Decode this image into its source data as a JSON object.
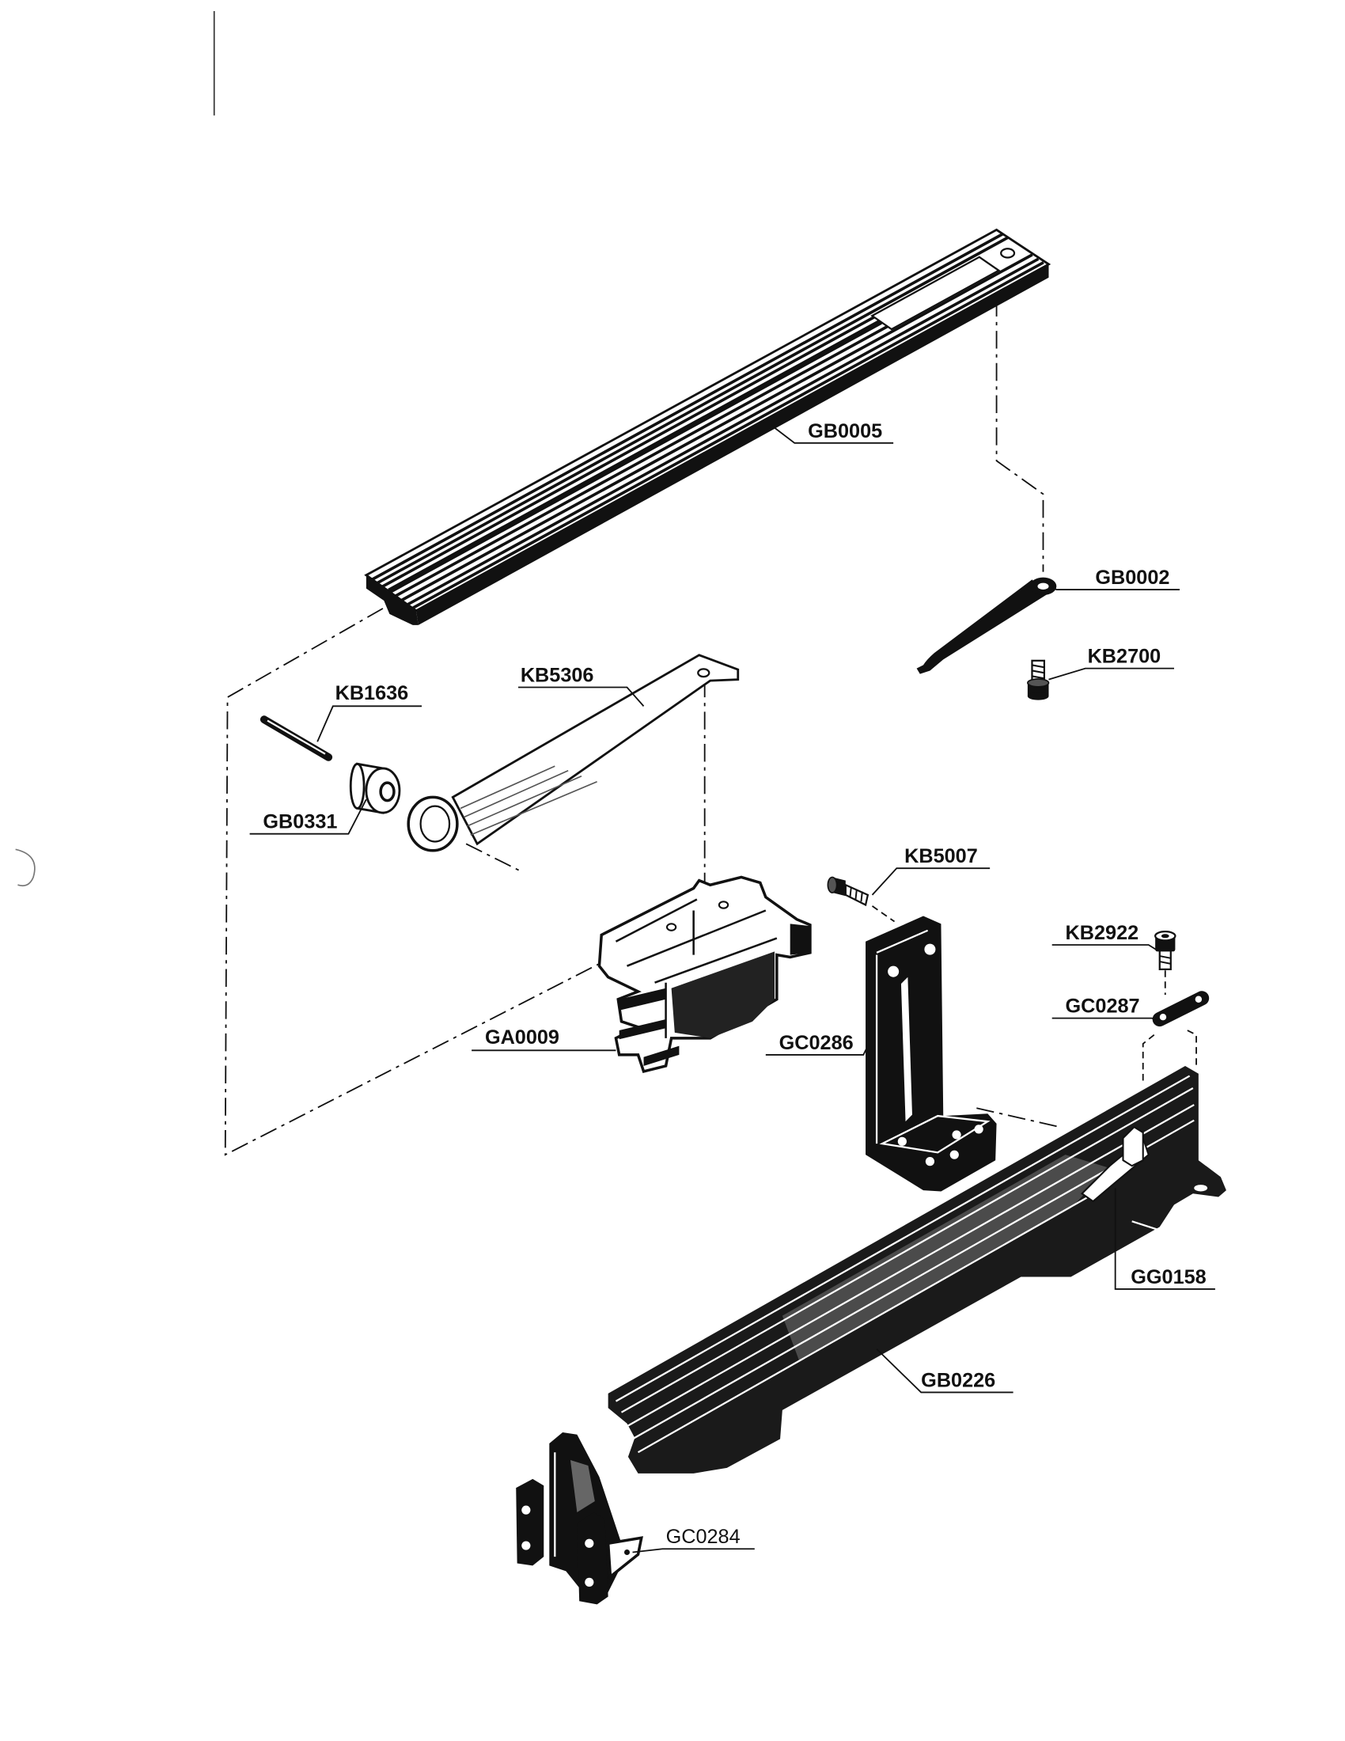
{
  "colors": {
    "ink": "#111111",
    "paper": "#ffffff"
  },
  "labels": {
    "gb0005": "GB0005",
    "gb0002": "GB0002",
    "kb2700": "KB2700",
    "kb1636": "KB1636",
    "kb5306": "KB5306",
    "gb0331": "GB0331",
    "kb5007": "KB5007",
    "kb2922": "KB2922",
    "gc0287": "GC0287",
    "ga0009": "GA0009",
    "gc0286": "GC0286",
    "gg0158": "GG0158",
    "gb0226": "GB0226",
    "gc0284": "GC0284"
  }
}
